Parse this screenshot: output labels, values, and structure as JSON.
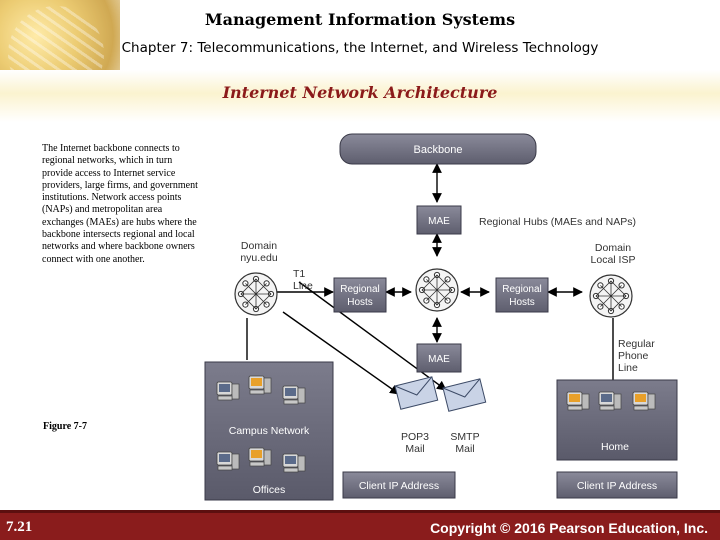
{
  "header": {
    "title": "Management Information Systems",
    "subtitle": "Chapter 7: Telecommunications, the Internet, and Wireless Technology"
  },
  "section_title": "Internet Network Architecture",
  "description": "The Internet backbone connects to regional networks, which in turn provide access to Internet service providers, large firms, and government institutions. Network access points (NAPs) and metropolitan area exchanges (MAEs) are hubs where the backbone intersects regional and local networks and where backbone owners connect with one another.",
  "figure_label": "Figure 7-7",
  "diagram": {
    "backbone": "Backbone",
    "mae_top": "MAE",
    "mae_bottom": "MAE",
    "regional_hubs_label": "Regional Hubs (MAEs and NAPs)",
    "domain_left_line1": "Domain",
    "domain_left_line2": "nyu.edu",
    "domain_right_line1": "Domain",
    "domain_right_line2": "Local ISP",
    "t1_line1": "T1",
    "t1_line2": "Line",
    "regional_hosts_left_line1": "Regional",
    "regional_hosts_left_line2": "Hosts",
    "regional_hosts_right_line1": "Regional",
    "regional_hosts_right_line2": "Hosts",
    "regular_phone_line1": "Regular",
    "regular_phone_line2": "Phone",
    "regular_phone_line3": "Line",
    "campus_network": "Campus Network",
    "offices": "Offices",
    "pop3_line1": "POP3",
    "pop3_line2": "Mail",
    "smtp_line1": "SMTP",
    "smtp_line2": "Mail",
    "home": "Home",
    "client_ip_left": "Client IP Address",
    "client_ip_right": "Client IP Address"
  },
  "footer": {
    "page": "7.21",
    "copyright": "Copyright © 2016 Pearson Education, Inc."
  },
  "colors": {
    "accent": "#8b1a1a",
    "footer_bg": "#8a1c1c",
    "diagram_box": "#6e6e7e",
    "diagram_dark": "#4a4a58"
  }
}
